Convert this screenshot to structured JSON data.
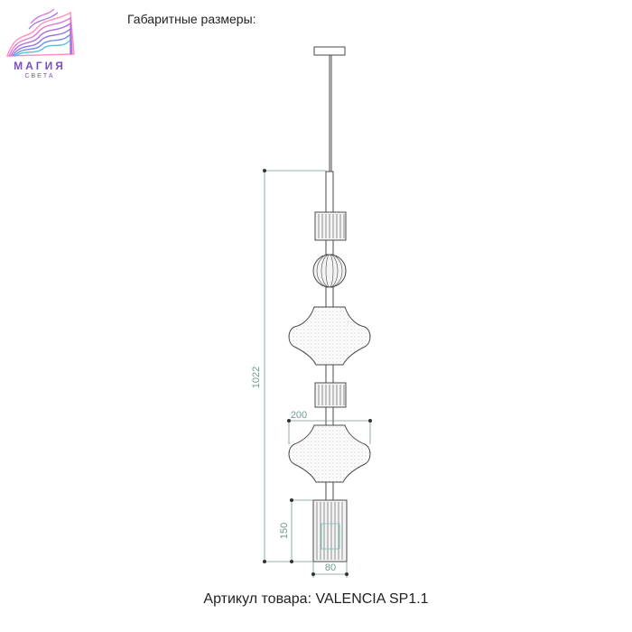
{
  "logo": {
    "name": "МАГИЯ",
    "tagline": "СВЕТА",
    "colors": [
      "#ff8fbf",
      "#d66bd8",
      "#9d6be0",
      "#6f8ff0",
      "#55c0e8"
    ]
  },
  "header": {
    "title": "Габаритные размеры:"
  },
  "drawing": {
    "dimensions": {
      "total_height": "1022",
      "shade_width": "200",
      "bottom_height": "150",
      "bottom_width": "80"
    },
    "colors": {
      "outline": "#4a4a4a",
      "dimension": "#6e9a92",
      "fill": "#f4f4f4"
    }
  },
  "footer": {
    "article": "Артикул товара: VALENCIA SP1.1"
  }
}
